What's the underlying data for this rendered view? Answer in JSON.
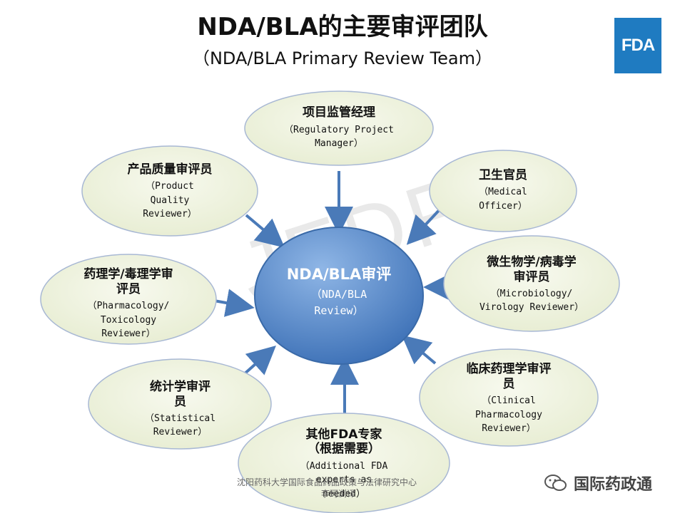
{
  "title": "NDA/BLA的主要审评团队",
  "subtitle": "（NDA/BLA Primary Review Team）",
  "logo_text": "FDA",
  "watermark": "JEDPL",
  "center": {
    "cn": "NDA/BLA审评",
    "en1": "（NDA/BLA",
    "en2": "Review）"
  },
  "nodes": [
    {
      "cn": "项目监管经理",
      "en1": "（Regulatory Project",
      "en2": "Manager）"
    },
    {
      "cn": "卫生官员",
      "en1": "（Medical",
      "en2": "Officer）"
    },
    {
      "cn1": "微生物学/病毒学",
      "cn2": "审评员",
      "en1": "（Microbiology/",
      "en2": "Virology  Reviewer）"
    },
    {
      "cn1": "临床药理学审评",
      "cn2": "员",
      "en1": "（Clinical",
      "en2": "Pharmacology",
      "en3": "Reviewer）"
    },
    {
      "cn1": "其他FDA专家",
      "cn2": "（根据需要）",
      "en1": "（Additional FDA",
      "en2": "experts  as",
      "en3": "needed）"
    },
    {
      "cn1": "统计学审评",
      "cn2": "员",
      "en1": "（Statistical",
      "en2": "Reviewer）"
    },
    {
      "cn1": "药理学/毒理学审",
      "cn2": "评员",
      "en1": "（Pharmacology/",
      "en2": "Toxicology",
      "en3": "Reviewer）"
    },
    {
      "cn": "产品质量审评员",
      "en1": "（Product",
      "en2": "Quality",
      "en3": "Reviewer）"
    }
  ],
  "footer_line1": "沈阳药科大学国际食品药品政策与法律研究中心",
  "footer_line2": "李珂浏译",
  "brand": "国际药政通",
  "colors": {
    "node_fill": "#eef3dc",
    "node_stroke": "#a8b8d4",
    "center_fill": "#4f86c6",
    "arrow": "#4a7ab8",
    "logo": "#1f7bc1"
  }
}
